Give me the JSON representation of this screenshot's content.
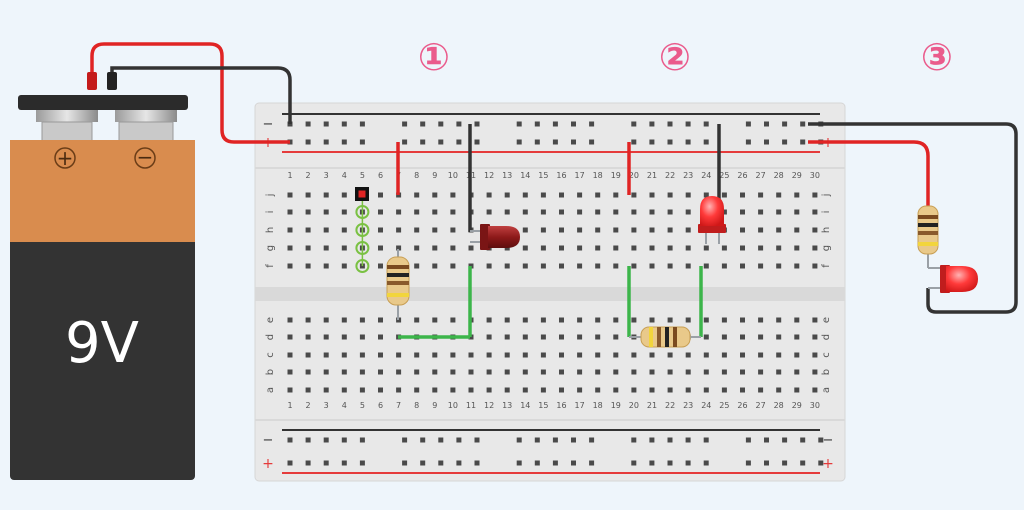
{
  "battery": {
    "voltage_label": "9V",
    "plus_symbol": "+",
    "minus_symbol": "−"
  },
  "circuit_markers": [
    "①",
    "②",
    "③"
  ],
  "breadboard": {
    "column_numbers": [
      "1",
      "2",
      "3",
      "4",
      "5",
      "6",
      "7",
      "8",
      "9",
      "10",
      "11",
      "12",
      "13",
      "14",
      "15",
      "16",
      "17",
      "18",
      "19",
      "20",
      "21",
      "22",
      "23",
      "24",
      "25",
      "26",
      "27",
      "28",
      "29",
      "30"
    ],
    "upper_row_letters": [
      "j",
      "i",
      "h",
      "g",
      "f"
    ],
    "lower_row_letters": [
      "e",
      "d",
      "c",
      "b",
      "a"
    ],
    "rail_minus": "−",
    "rail_plus": "+"
  },
  "colors": {
    "background": "#eef5fb",
    "board": "#e8e8e8",
    "rail_red": "#e53b3b",
    "rail_black": "#333333",
    "wire_red": "#e02424",
    "wire_black": "#333333",
    "wire_green": "#3cb54a",
    "marker_pink": "#ea5b8c",
    "battery_orange": "#d98c4e",
    "battery_dark": "#333333",
    "led_dark_red": "#9e1c1c",
    "led_bright_red": "#ff3a3a"
  }
}
